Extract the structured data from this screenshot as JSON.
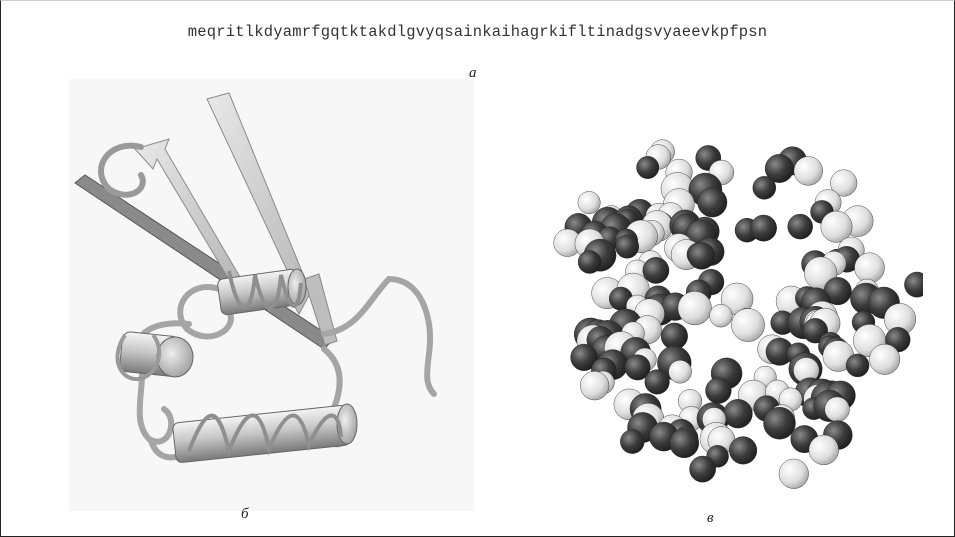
{
  "figure": {
    "sequence": "meqritlkdyamrfgqtktakdlgvyqsainkaihagrkifltinadgsvyaeevkpfpsn",
    "labels": {
      "a": "а",
      "b": "б",
      "c": "в"
    }
  },
  "colors": {
    "background": "#ffffff",
    "ribbon_light": "#dcdcdc",
    "ribbon_dark": "#6f6f6f",
    "atom_dark": "#3a3a3a",
    "atom_light": "#e6e6e6"
  }
}
